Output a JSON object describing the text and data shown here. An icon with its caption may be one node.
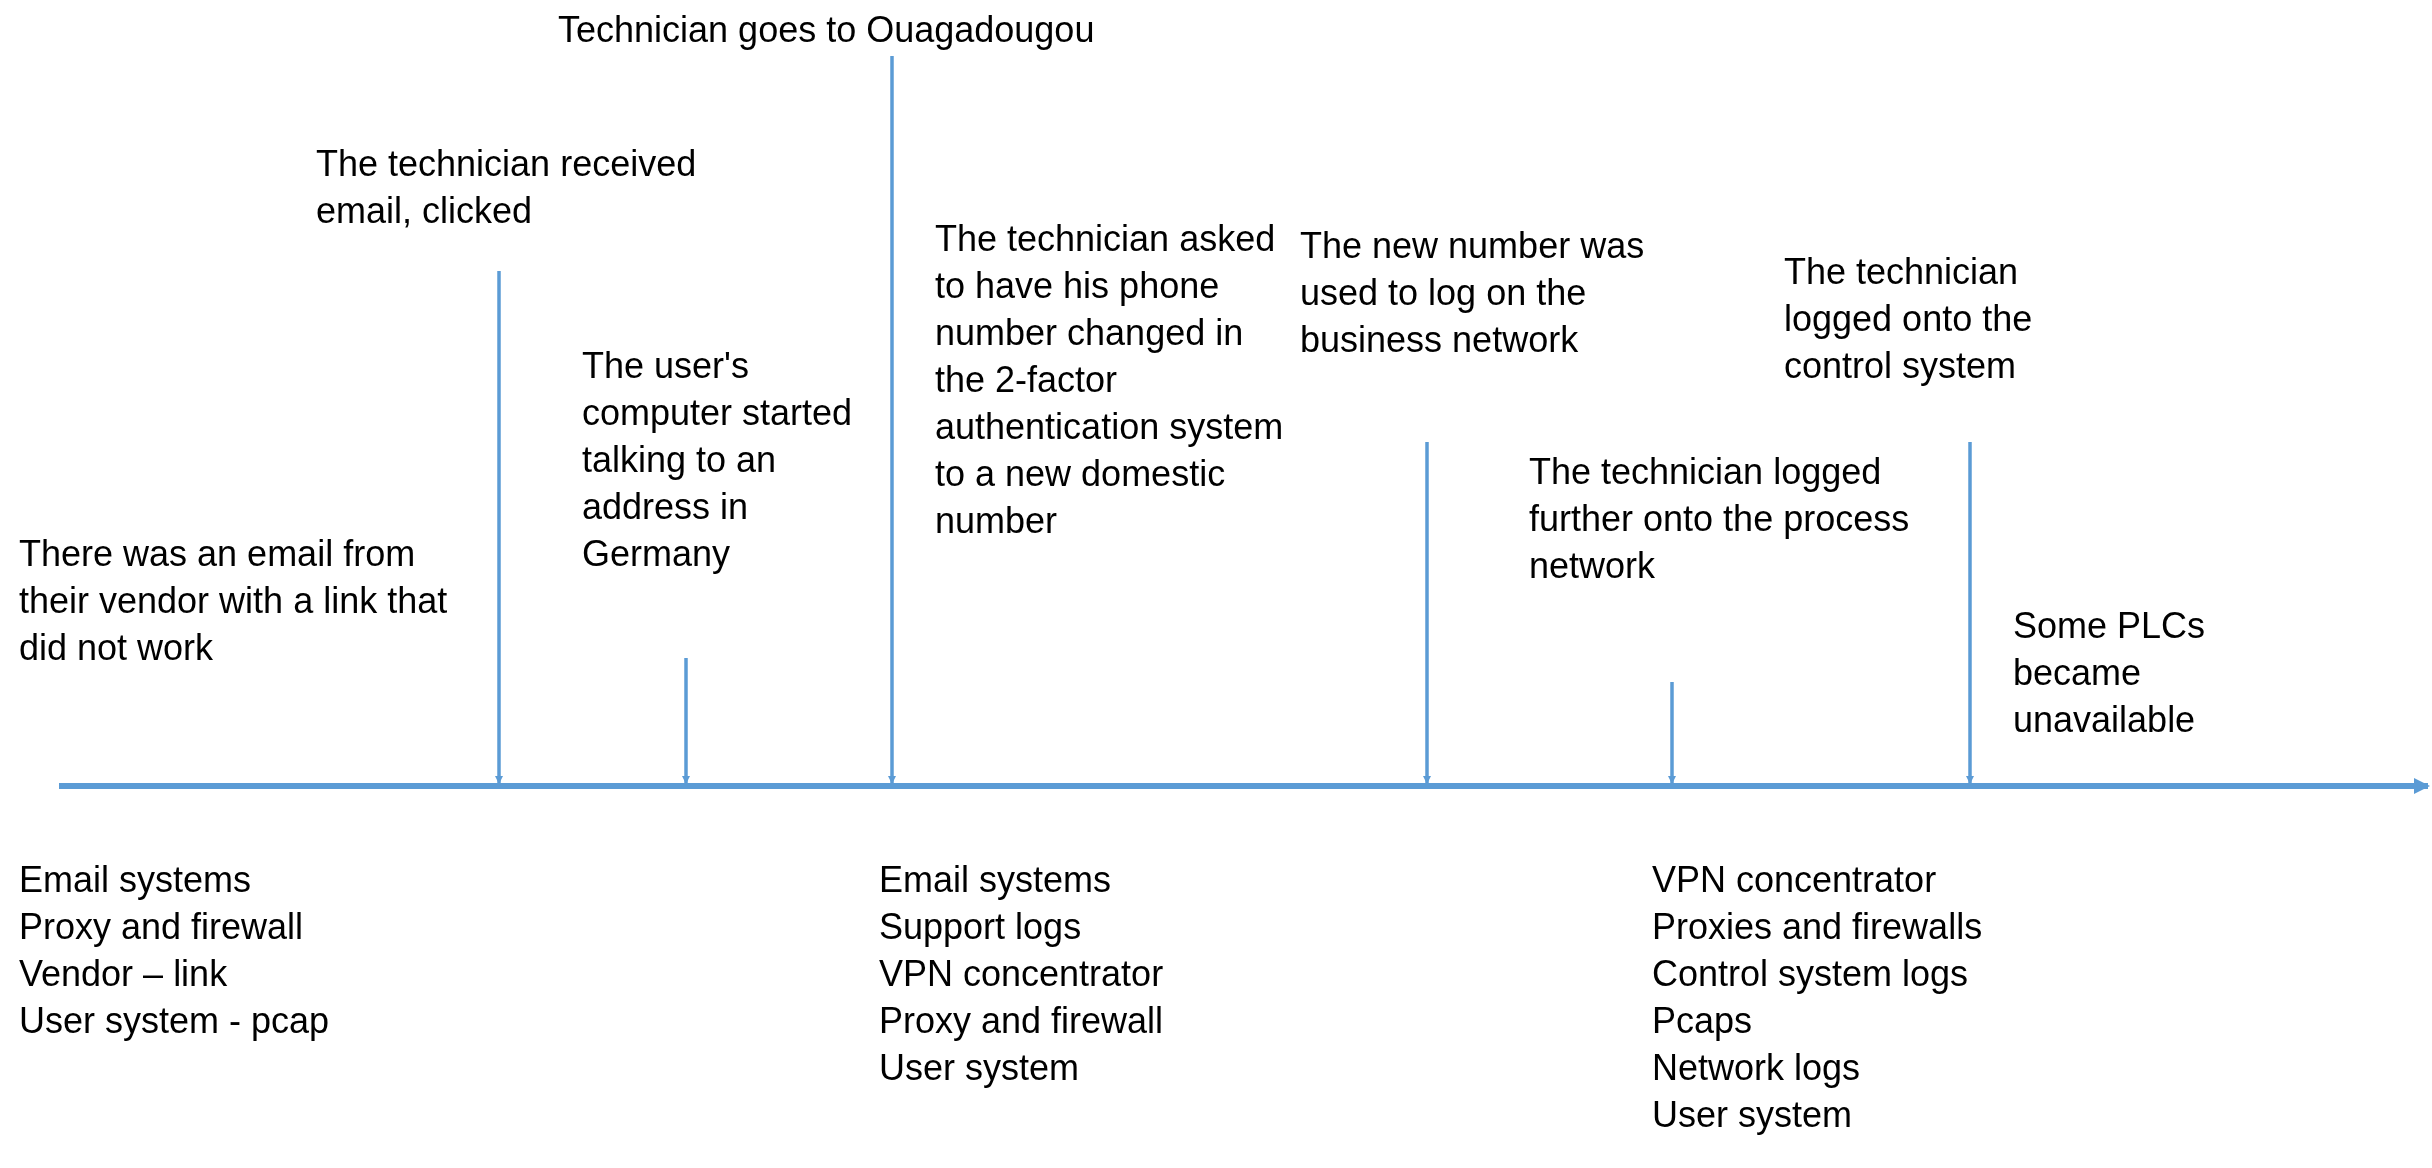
{
  "diagram": {
    "nodes": [
      {
        "text": [
          "There was an email from their vendor with a link that did not work"
        ]
      },
      {
        "text": [
          "The technician received email, clicked"
        ]
      },
      {
        "text": [
          "The user's computer started talking to an address in Germany"
        ]
      },
      {
        "text": [
          "Technician goes to Ouagadougou"
        ]
      },
      {
        "text": [
          "The technician asked to have his phone number changed in the 2-factor authentication system to a new domestic number"
        ]
      },
      {
        "text": [
          "The new number was used to log on the business network"
        ]
      },
      {
        "text": [
          "The technician logged further onto the process network"
        ]
      },
      {
        "text": [
          "The technician logged onto the control system"
        ]
      },
      {
        "text": [
          "Some PLCs became unavailable"
        ]
      },
      {
        "text": [],
        "shape": "arrow"
      }
    ],
    "edges": [
      {
        "from": 1,
        "to": 9,
        "arrow": "to"
      },
      {
        "from": 2,
        "to": 9,
        "arrow": "to"
      },
      {
        "from": 3,
        "to": 9,
        "arrow": "to"
      },
      {
        "from": 5,
        "to": 9,
        "arrow": "to"
      },
      {
        "from": 6,
        "to": 9,
        "arrow": "to"
      },
      {
        "from": 7,
        "to": 9,
        "arrow": "to"
      }
    ],
    "labels": [
      "Email systems",
      "Proxy and firewall",
      "Vendor – link",
      "User system - pcap",
      "Email systems",
      "Support logs",
      "VPN concentrator",
      "Proxy and firewall",
      "User system",
      "VPN concentrator",
      "Proxies and firewalls",
      "Control system logs",
      "Pcaps",
      "Network logs",
      "User system"
    ]
  }
}
